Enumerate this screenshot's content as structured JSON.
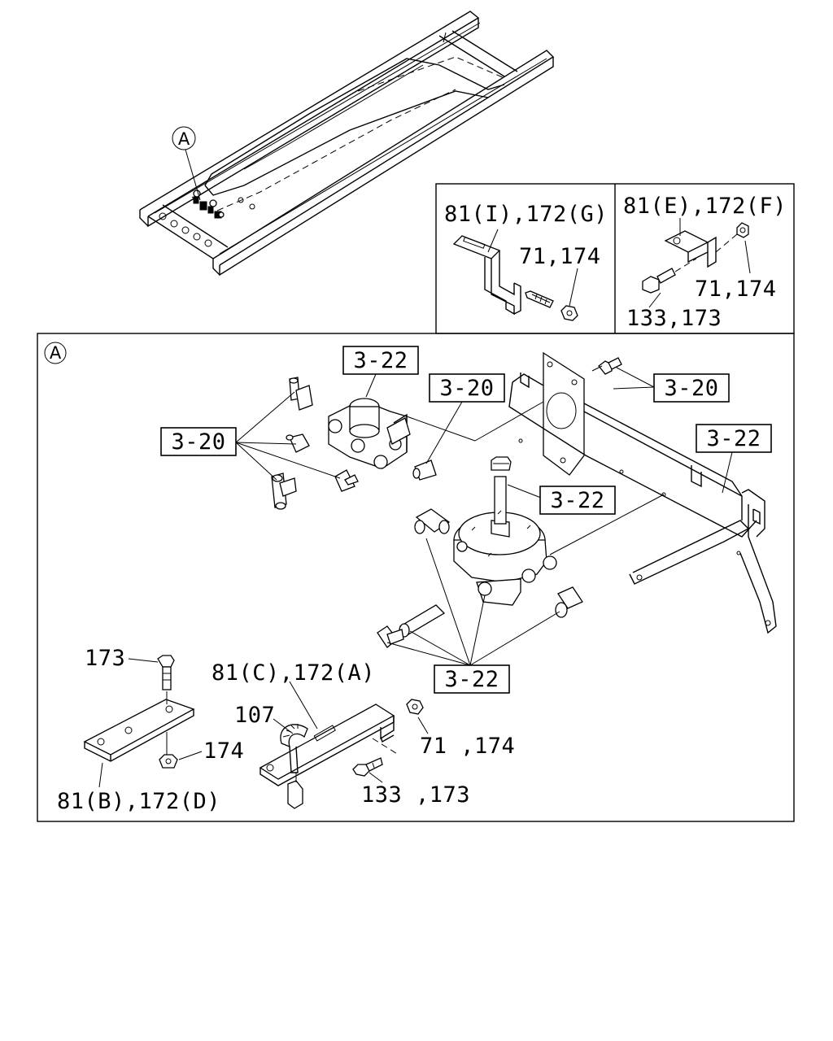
{
  "diagram": {
    "callout_marker": "A",
    "detail_marker": "A",
    "inset_left": {
      "label": "81(I),172(G)",
      "fastener": "71,174"
    },
    "inset_right": {
      "label": "81(E),172(F)",
      "fastener_nut": "71,174",
      "fastener_bolt": "133,173"
    },
    "boxed_refs": {
      "top_left_322": "3-22",
      "top_320": "3-20",
      "left_320": "3-20",
      "right_320": "3-20",
      "right_322": "3-22",
      "mid_322": "3-22",
      "bottom_322": "3-22"
    },
    "part_labels": {
      "bolt_173": "173",
      "nut_174": "174",
      "plate_label": "81(B),172(D)",
      "bracket_c": "81(C),172(A)",
      "clamp_107": "107",
      "nut_71_174": "71 ,174",
      "bolt_133_173": "133 ,173"
    }
  }
}
